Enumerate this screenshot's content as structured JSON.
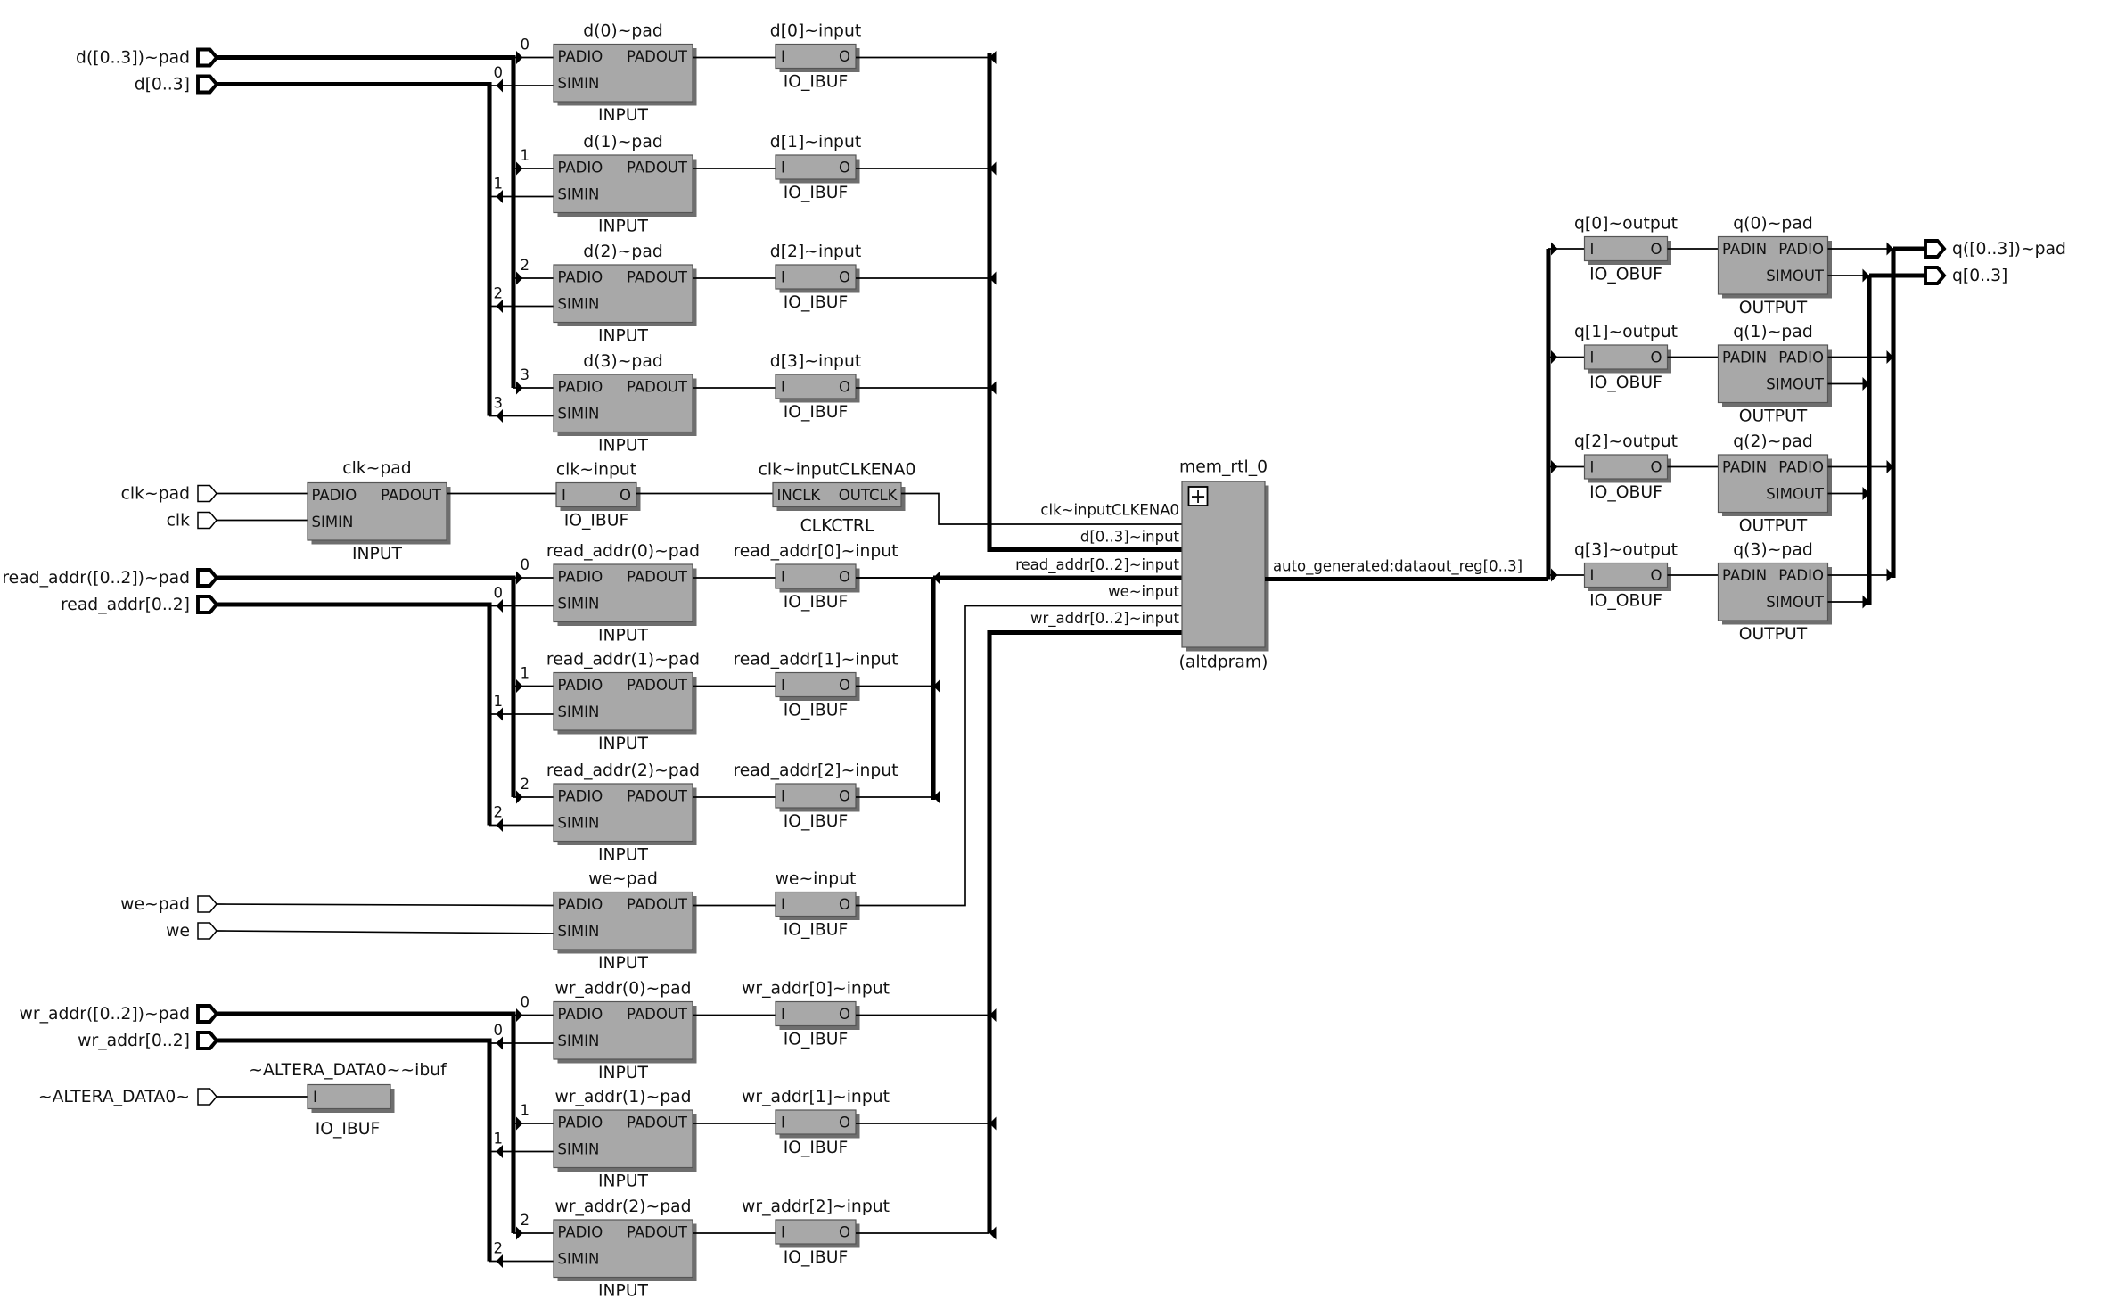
{
  "schematic": {
    "groups": [
      {
        "id": "d",
        "bits": [
          "0",
          "1",
          "2",
          "3"
        ],
        "pad": [
          "d(0)~pad",
          "d(1)~pad",
          "d(2)~pad",
          "d(3)~pad"
        ],
        "buf": [
          "d[0]~input",
          "d[1]~input",
          "d[2]~input",
          "d[3]~input"
        ],
        "bus": [
          "d([0..3])~pad",
          "d[0..3]"
        ]
      },
      {
        "id": "read_addr",
        "bits": [
          "0",
          "1",
          "2"
        ],
        "pad": [
          "read_addr(0)~pad",
          "read_addr(1)~pad",
          "read_addr(2)~pad"
        ],
        "buf": [
          "read_addr[0]~input",
          "read_addr[1]~input",
          "read_addr[2]~input"
        ],
        "bus": [
          "read_addr([0..2])~pad",
          "read_addr[0..2]"
        ]
      },
      {
        "id": "we",
        "bits": [],
        "pad": [
          "we~pad"
        ],
        "buf": [
          "we~input"
        ],
        "ports": [
          "we~pad",
          "we"
        ]
      },
      {
        "id": "wr_addr",
        "bits": [
          "0",
          "1",
          "2"
        ],
        "pad": [
          "wr_addr(0)~pad",
          "wr_addr(1)~pad",
          "wr_addr(2)~pad"
        ],
        "buf": [
          "wr_addr[0]~input",
          "wr_addr[1]~input",
          "wr_addr[2]~input"
        ],
        "bus": [
          "wr_addr([0..2])~pad",
          "wr_addr[0..2]"
        ]
      }
    ],
    "pin_labels": {
      "padio": "PADIO",
      "padout": "PADOUT",
      "simin": "SIMIN",
      "input_type": "INPUT",
      "ibuf_i": "I",
      "ibuf_o": "O",
      "ibuf_type": "IO_IBUF",
      "obuf_type": "IO_OBUF",
      "padin": "PADIN",
      "simout": "SIMOUT",
      "output_type": "OUTPUT",
      "inclk": "INCLK",
      "outclk": "OUTCLK",
      "clkctrl_type": "CLKCTRL"
    },
    "clk": {
      "ports": [
        "clk~pad",
        "clk"
      ],
      "pad": "clk~pad",
      "buf": "clk~input",
      "clkctrl": "clk~inputCLKENA0"
    },
    "altera": {
      "port": "~ALTERA_DATA0~",
      "buf": "~ALTERA_DATA0~~ibuf"
    },
    "mem": {
      "name": "mem_rtl_0",
      "type": "(altdpram)",
      "expand_glyph": "+",
      "inputs": [
        "clk~inputCLKENA0",
        "d[0..3]~input",
        "read_addr[0..2]~input",
        "we~input",
        "wr_addr[0..2]~input"
      ],
      "output": "auto_generated:dataout_reg[0..3]"
    },
    "outputs": {
      "obuf": [
        "q[0]~output",
        "q[1]~output",
        "q[2]~output",
        "q[3]~output"
      ],
      "pad": [
        "q(0)~pad",
        "q(1)~pad",
        "q(2)~pad",
        "q(3)~pad"
      ],
      "bus": [
        "q([0..3])~pad",
        "q[0..3]"
      ]
    },
    "colors": {
      "block_fill": "#a8a8a8",
      "block_shadow": "#6e6e6e",
      "wire": "#000000",
      "background": "#ffffff"
    }
  }
}
